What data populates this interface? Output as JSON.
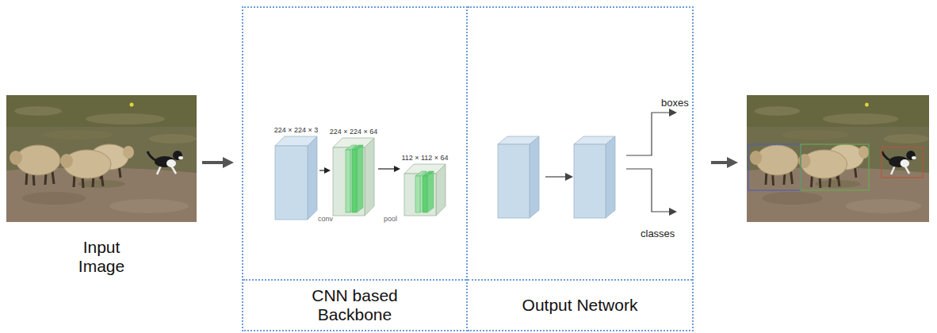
{
  "diagram": {
    "nodes": [
      {
        "text": [
          "Input Image"
        ]
      },
      {
        "text": [
          "CNN based Backbone"
        ]
      },
      {
        "text": [
          "224 × 224 × 3"
        ],
        "in": 1
      },
      {
        "text": [
          "224 × 224 × 64"
        ],
        "in": 1
      },
      {
        "text": [
          "112 × 112 × 64"
        ],
        "in": 1
      },
      {
        "text": [
          "Output Network"
        ]
      }
    ],
    "edges": [
      {
        "from": 0,
        "to": 1,
        "arrow": "to"
      },
      {
        "from": 2,
        "to": 3,
        "arrow": "to"
      },
      {
        "from": 3,
        "to": 4,
        "arrow": "to"
      }
    ],
    "labels": [
      "conv",
      "pool",
      "boxes",
      "classes"
    ]
  }
}
